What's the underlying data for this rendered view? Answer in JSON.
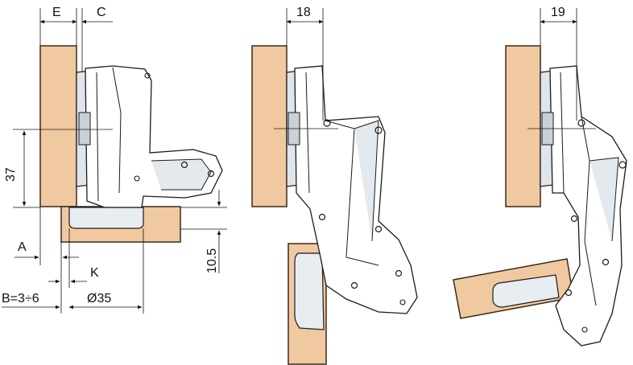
{
  "labels": {
    "e": "E",
    "c": "C",
    "d37": "37",
    "a": "A",
    "k": "K",
    "b": "B=3÷6",
    "dia": "Ø35",
    "d105": "10.5",
    "d18": "18",
    "d19": "19"
  },
  "colors": {
    "wood": "#f0c9a0",
    "woodEdge": "#3a2a1a",
    "metal": "#ffffff",
    "metalShade": "#cfd6de",
    "metalDark": "#9aa4ae",
    "line": "#1a1a1a"
  }
}
